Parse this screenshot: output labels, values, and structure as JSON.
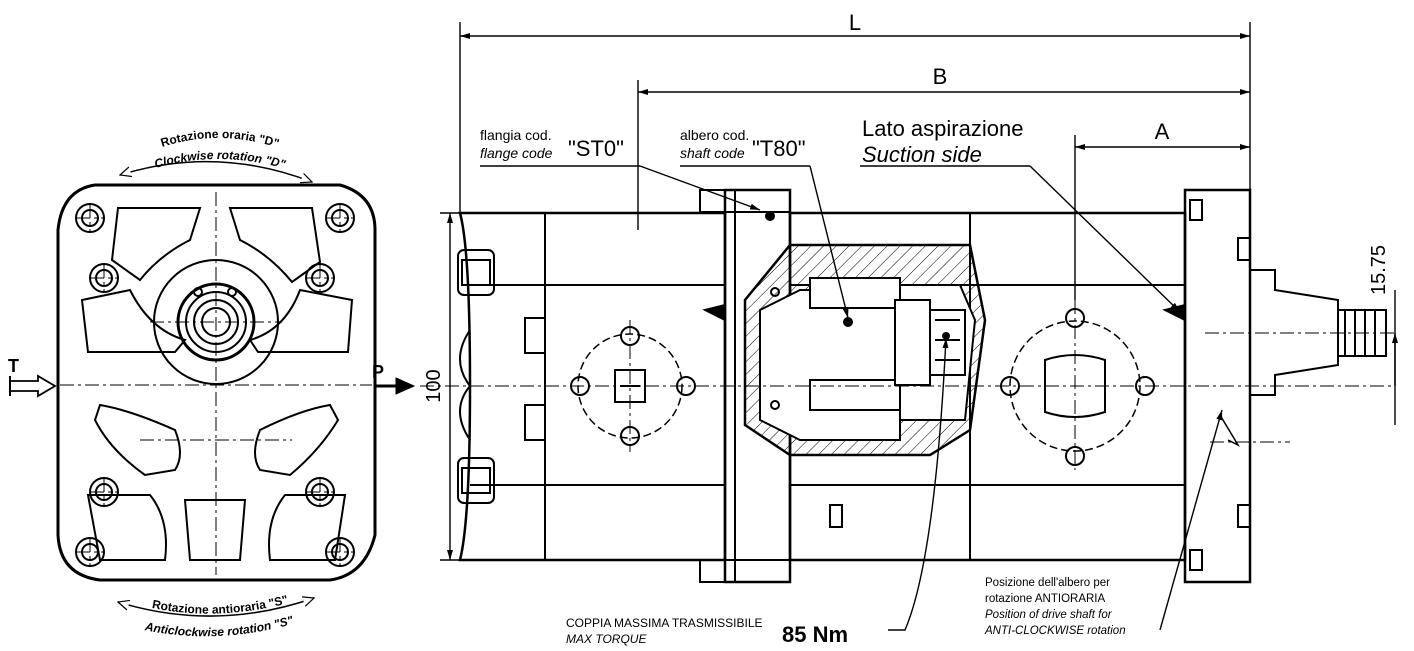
{
  "front_view": {
    "rotation_cw_it": "Rotazione oraria \"D\"",
    "rotation_cw_en": "Clockwise rotation \"D\"",
    "rotation_ccw_it": "Rotazione antioraria \"S\"",
    "rotation_ccw_en": "Anticlockwise rotation \"S\"",
    "port_inlet": "T",
    "port_outlet": "P"
  },
  "dimensions": {
    "overall_length": "L",
    "dim_b": "B",
    "dim_a": "A",
    "height": "100",
    "shaft_offset": "15.75"
  },
  "labels": {
    "flange_it": "flangia cod.",
    "flange_en": "flange code",
    "flange_code": "\"ST0\"",
    "shaft_it": "albero cod.",
    "shaft_en": "shaft code",
    "shaft_code": "\"T80\"",
    "suction_it": "Lato aspirazione",
    "suction_en": "Suction side",
    "torque_it": "COPPIA MASSIMA TRASMISSIBILE",
    "torque_en": "MAX TORQUE",
    "torque_value": "85 Nm",
    "shaft_pos_it_1": "Posizione dell'albero per",
    "shaft_pos_it_2": "rotazione ANTIORARIA",
    "shaft_pos_en_1": "Position of drive shaft for",
    "shaft_pos_en_2": "ANTI-CLOCKWISE rotation"
  }
}
